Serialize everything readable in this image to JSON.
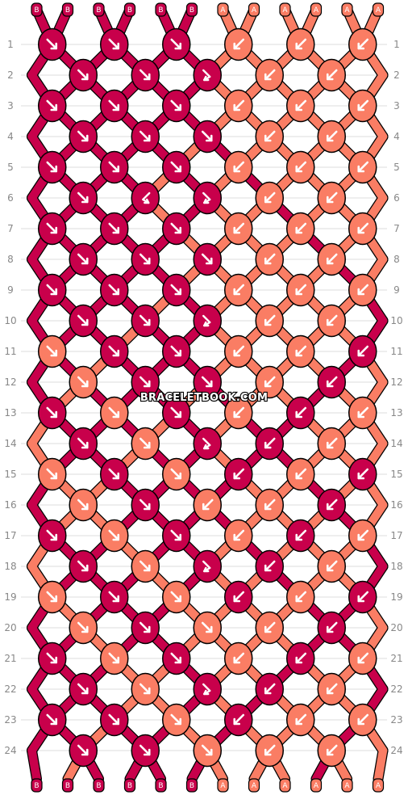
{
  "watermark": "BRACELETBOOK.COM",
  "colors": {
    "B": "#c8004b",
    "A": "#fa7d64",
    "outline": "#000000",
    "background": "#ffffff",
    "label": "#888888"
  },
  "strands": [
    "B",
    "B",
    "B",
    "B",
    "B",
    "B",
    "A",
    "A",
    "A",
    "A",
    "A",
    "A"
  ],
  "rows": [
    "1",
    "2",
    "3",
    "4",
    "5",
    "6",
    "7",
    "8",
    "9",
    "10",
    "11",
    "12",
    "13",
    "14",
    "15",
    "16",
    "17",
    "18",
    "19",
    "20",
    "21",
    "22",
    "23",
    "24"
  ],
  "knots": [
    [
      {
        "c": "B",
        "d": "br"
      },
      {
        "c": "B",
        "d": "br"
      },
      {
        "c": "B",
        "d": "br"
      },
      {
        "c": "A",
        "d": "bl"
      },
      {
        "c": "A",
        "d": "bl"
      },
      {
        "c": "A",
        "d": "bl"
      }
    ],
    [
      {
        "c": "B",
        "d": "br"
      },
      {
        "c": "B",
        "d": "br"
      },
      {
        "c": "B",
        "d": "fr"
      },
      {
        "c": "A",
        "d": "bl"
      },
      {
        "c": "A",
        "d": "bl"
      }
    ],
    [
      {
        "c": "B",
        "d": "br"
      },
      {
        "c": "B",
        "d": "br"
      },
      {
        "c": "B",
        "d": "br"
      },
      {
        "c": "A",
        "d": "bl"
      },
      {
        "c": "A",
        "d": "bl"
      },
      {
        "c": "A",
        "d": "bl"
      }
    ],
    [
      {
        "c": "B",
        "d": "br"
      },
      {
        "c": "B",
        "d": "br"
      },
      {
        "c": "B",
        "d": "br"
      },
      {
        "c": "A",
        "d": "bl"
      },
      {
        "c": "A",
        "d": "bl"
      }
    ],
    [
      {
        "c": "B",
        "d": "br"
      },
      {
        "c": "B",
        "d": "br"
      },
      {
        "c": "B",
        "d": "br"
      },
      {
        "c": "A",
        "d": "bl"
      },
      {
        "c": "A",
        "d": "bl"
      },
      {
        "c": "A",
        "d": "bl"
      }
    ],
    [
      {
        "c": "B",
        "d": "br"
      },
      {
        "c": "B",
        "d": "fl"
      },
      {
        "c": "B",
        "d": "fr"
      },
      {
        "c": "A",
        "d": "bl"
      },
      {
        "c": "A",
        "d": "bl"
      }
    ],
    [
      {
        "c": "B",
        "d": "br"
      },
      {
        "c": "B",
        "d": "br"
      },
      {
        "c": "B",
        "d": "br"
      },
      {
        "c": "A",
        "d": "bl"
      },
      {
        "c": "A",
        "d": "bl"
      },
      {
        "c": "A",
        "d": "bl"
      }
    ],
    [
      {
        "c": "B",
        "d": "br"
      },
      {
        "c": "B",
        "d": "br"
      },
      {
        "c": "B",
        "d": "br"
      },
      {
        "c": "A",
        "d": "bl"
      },
      {
        "c": "A",
        "d": "bl"
      }
    ],
    [
      {
        "c": "B",
        "d": "br"
      },
      {
        "c": "B",
        "d": "br"
      },
      {
        "c": "B",
        "d": "br"
      },
      {
        "c": "A",
        "d": "bl"
      },
      {
        "c": "A",
        "d": "bl"
      },
      {
        "c": "A",
        "d": "bl"
      }
    ],
    [
      {
        "c": "B",
        "d": "br"
      },
      {
        "c": "B",
        "d": "br"
      },
      {
        "c": "B",
        "d": "fr"
      },
      {
        "c": "A",
        "d": "bl"
      },
      {
        "c": "A",
        "d": "bl"
      }
    ],
    [
      {
        "c": "A",
        "d": "br"
      },
      {
        "c": "B",
        "d": "br"
      },
      {
        "c": "B",
        "d": "br"
      },
      {
        "c": "A",
        "d": "bl"
      },
      {
        "c": "A",
        "d": "bl"
      },
      {
        "c": "B",
        "d": "bl"
      }
    ],
    [
      {
        "c": "A",
        "d": "br"
      },
      {
        "c": "B",
        "d": "br"
      },
      {
        "c": "B",
        "d": "br"
      },
      {
        "c": "A",
        "d": "bl"
      },
      {
        "c": "B",
        "d": "bl"
      }
    ],
    [
      {
        "c": "B",
        "d": "br"
      },
      {
        "c": "A",
        "d": "br"
      },
      {
        "c": "B",
        "d": "br"
      },
      {
        "c": "A",
        "d": "bl"
      },
      {
        "c": "B",
        "d": "bl"
      },
      {
        "c": "A",
        "d": "bl"
      }
    ],
    [
      {
        "c": "B",
        "d": "br"
      },
      {
        "c": "A",
        "d": "br"
      },
      {
        "c": "B",
        "d": "fr"
      },
      {
        "c": "B",
        "d": "bl"
      },
      {
        "c": "A",
        "d": "bl"
      }
    ],
    [
      {
        "c": "A",
        "d": "br"
      },
      {
        "c": "B",
        "d": "br"
      },
      {
        "c": "A",
        "d": "br"
      },
      {
        "c": "B",
        "d": "bl"
      },
      {
        "c": "A",
        "d": "bl"
      },
      {
        "c": "B",
        "d": "bl"
      }
    ],
    [
      {
        "c": "A",
        "d": "br"
      },
      {
        "c": "B",
        "d": "br"
      },
      {
        "c": "A",
        "d": "bl"
      },
      {
        "c": "A",
        "d": "bl"
      },
      {
        "c": "B",
        "d": "bl"
      }
    ],
    [
      {
        "c": "B",
        "d": "br"
      },
      {
        "c": "A",
        "d": "br"
      },
      {
        "c": "B",
        "d": "br"
      },
      {
        "c": "A",
        "d": "bl"
      },
      {
        "c": "B",
        "d": "bl"
      },
      {
        "c": "A",
        "d": "bl"
      }
    ],
    [
      {
        "c": "B",
        "d": "br"
      },
      {
        "c": "A",
        "d": "br"
      },
      {
        "c": "B",
        "d": "fr"
      },
      {
        "c": "B",
        "d": "bl"
      },
      {
        "c": "A",
        "d": "bl"
      }
    ],
    [
      {
        "c": "A",
        "d": "br"
      },
      {
        "c": "B",
        "d": "br"
      },
      {
        "c": "A",
        "d": "br"
      },
      {
        "c": "B",
        "d": "bl"
      },
      {
        "c": "A",
        "d": "bl"
      },
      {
        "c": "B",
        "d": "bl"
      }
    ],
    [
      {
        "c": "A",
        "d": "br"
      },
      {
        "c": "B",
        "d": "br"
      },
      {
        "c": "A",
        "d": "br"
      },
      {
        "c": "A",
        "d": "bl"
      },
      {
        "c": "B",
        "d": "bl"
      }
    ],
    [
      {
        "c": "B",
        "d": "br"
      },
      {
        "c": "A",
        "d": "br"
      },
      {
        "c": "B",
        "d": "br"
      },
      {
        "c": "A",
        "d": "bl"
      },
      {
        "c": "B",
        "d": "bl"
      },
      {
        "c": "A",
        "d": "bl"
      }
    ],
    [
      {
        "c": "B",
        "d": "br"
      },
      {
        "c": "A",
        "d": "br"
      },
      {
        "c": "B",
        "d": "fr"
      },
      {
        "c": "B",
        "d": "bl"
      },
      {
        "c": "A",
        "d": "bl"
      }
    ],
    [
      {
        "c": "B",
        "d": "br"
      },
      {
        "c": "B",
        "d": "br"
      },
      {
        "c": "A",
        "d": "br"
      },
      {
        "c": "B",
        "d": "bl"
      },
      {
        "c": "A",
        "d": "bl"
      },
      {
        "c": "A",
        "d": "bl"
      }
    ],
    [
      {
        "c": "B",
        "d": "br"
      },
      {
        "c": "B",
        "d": "br"
      },
      {
        "c": "A",
        "d": "br"
      },
      {
        "c": "A",
        "d": "bl"
      },
      {
        "c": "A",
        "d": "bl"
      }
    ]
  ]
}
